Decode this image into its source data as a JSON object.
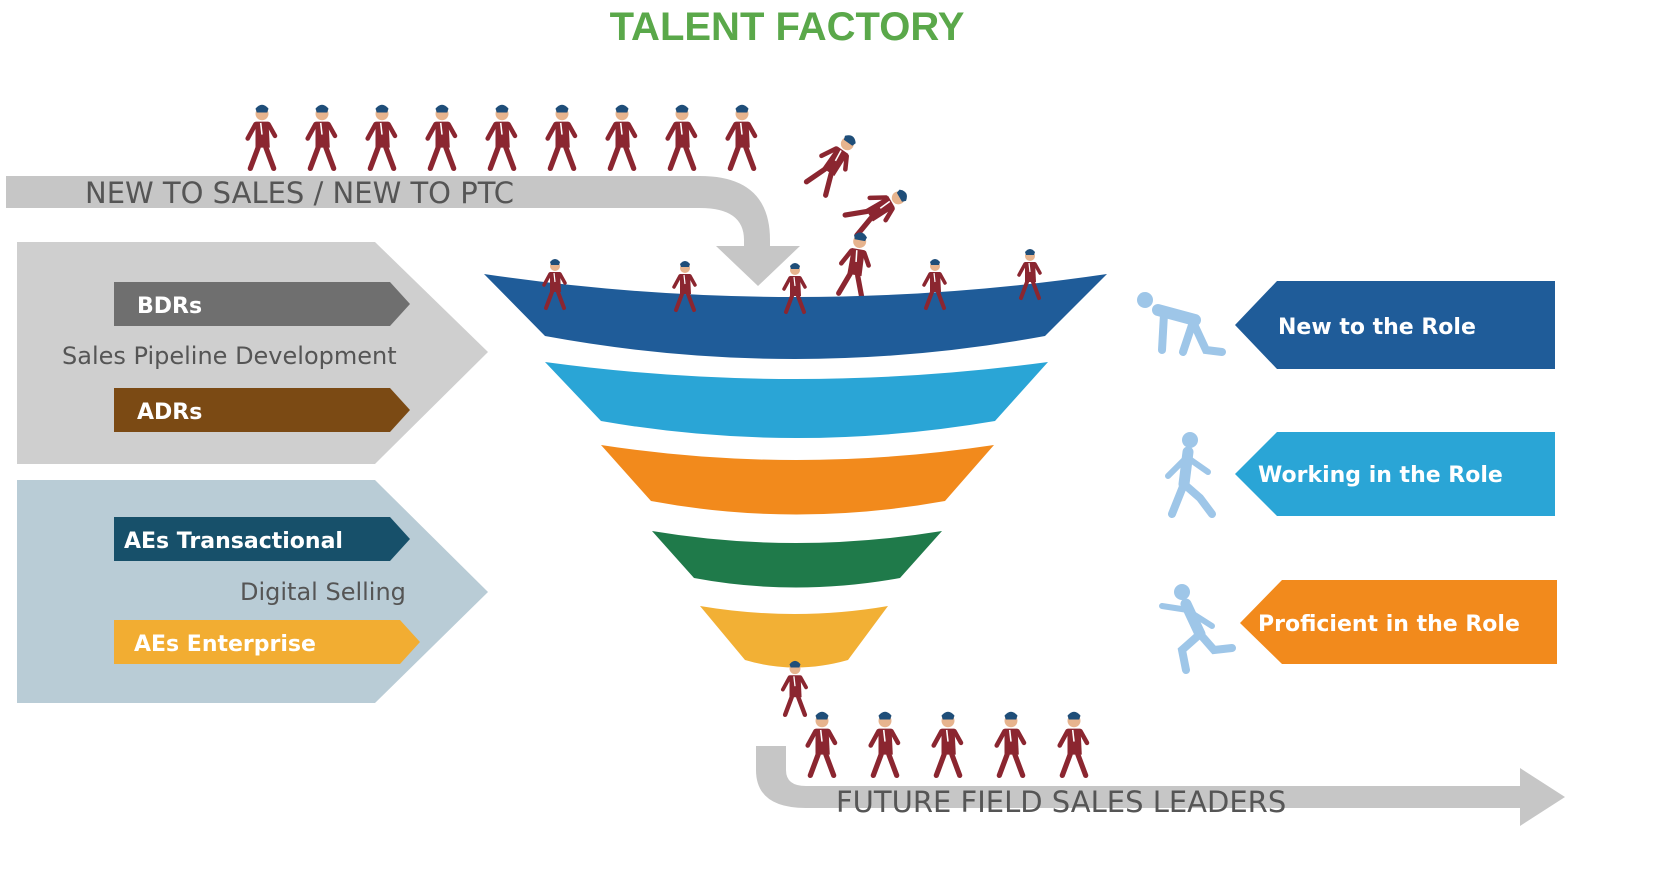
{
  "title": "TALENT FACTORY",
  "flows": {
    "intake": "NEW TO SALES / NEW TO PTC",
    "output": "FUTURE FIELD SALES LEADERS"
  },
  "pipeline_group": {
    "top_tag": "BDRs",
    "subtitle": "Sales Pipeline Development",
    "bottom_tag": "ADRs"
  },
  "digital_group": {
    "top_tag": "AEs Transactional",
    "subtitle": "Digital Selling",
    "bottom_tag": "AEs Enterprise"
  },
  "stages": [
    {
      "label": "New to the Role",
      "color": "#1f5c99",
      "pose": "stumbling-person-icon"
    },
    {
      "label": "Working in the Role",
      "color": "#2aa5d6",
      "pose": "walking-person-icon"
    },
    {
      "label": "Proficient in the Role",
      "color": "#f28a1c",
      "pose": "running-person-icon"
    }
  ],
  "colors": {
    "title": "#5aa84a",
    "flow_arrow": "#c6c6c6",
    "bdr_tag": "#6f6f6f",
    "adr_tag": "#7b4a14",
    "aes_transactional_tag": "#17506a",
    "aes_enterprise_tag": "#f2ad32",
    "pipeline_panel": "#cfcfcf",
    "digital_panel": "#b9ccd6",
    "person_suit": "#8b2630",
    "person_hair": "#1f4e79",
    "stage_icon": "#9ec6e8",
    "funnel_bands": [
      "#1f5c99",
      "#2aa5d6",
      "#f28a1c",
      "#1f7a4a",
      "#f2b035"
    ]
  }
}
